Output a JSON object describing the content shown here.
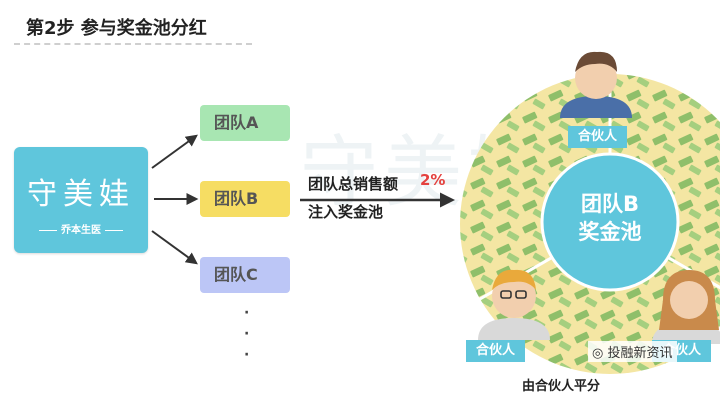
{
  "title": "第2步  参与奖金池分红",
  "brand": {
    "name": "守美娃",
    "sub": "乔本生医"
  },
  "teams": [
    "团队A",
    "团队B",
    "团队C"
  ],
  "ellipsis": "·\n·\n·",
  "note": {
    "line1": "团队总销售额",
    "percent": "2%",
    "line2": "注入奖金池"
  },
  "pool": {
    "line1": "团队B",
    "line2": "奖金池"
  },
  "partner_label": "合伙人",
  "footnote": "由合伙人平分",
  "wechat_watermark": "投融新资讯",
  "colors": {
    "brand": "#5fc6dc",
    "team_a": "#a8e6b2",
    "team_b": "#f6dd63",
    "team_c": "#bcc6f6",
    "accent": "#e4413e",
    "pool_outer": "#f4e6a3",
    "pool_inner": "#5fc6dc"
  }
}
